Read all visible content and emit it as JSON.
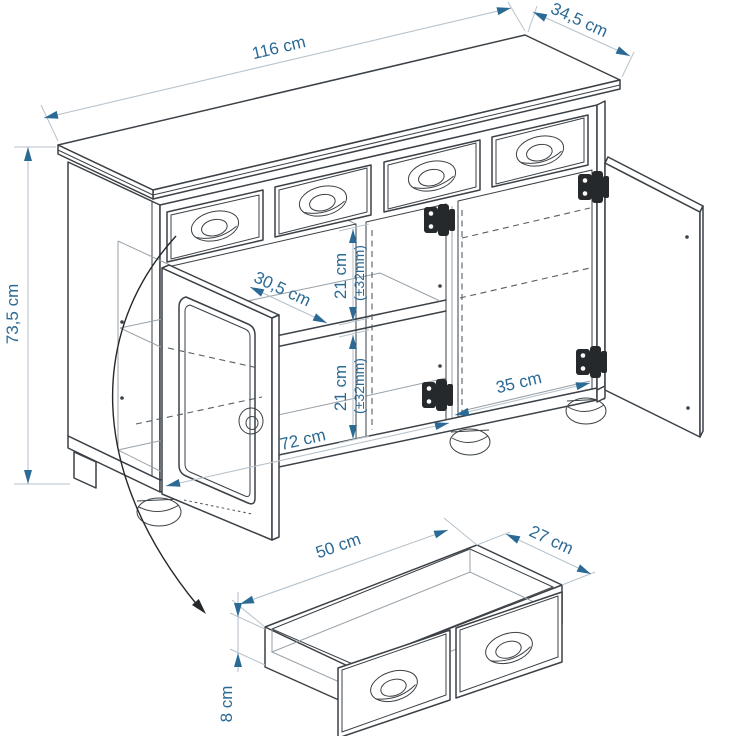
{
  "page": {
    "background": "#ffffff",
    "description": "Isometric assembly dimension drawing of a sideboard with four drawers, three doors and a detail view of one drawer box"
  },
  "colors": {
    "line": "#3b4146",
    "dimension_text": "#2b6a94",
    "dimension_arrow": "#2b6a94",
    "dimension_line": "#b7c3cc",
    "background": "#ffffff"
  },
  "cabinet": {
    "overall_width": "116 cm",
    "overall_depth": "34,5 cm",
    "overall_height": "73,5 cm",
    "shelf_depth": "30,5 cm",
    "shelf_gap_upper": "21 cm",
    "shelf_gap_upper_tolerance": "(±32mm)",
    "shelf_gap_lower": "21 cm",
    "shelf_gap_lower_tolerance": "(±32mm)",
    "interior_width": "72 cm",
    "door_opening_width": "35 cm"
  },
  "drawer_detail": {
    "inner_width": "50 cm",
    "inner_depth": "27 cm",
    "inner_height": "8 cm"
  }
}
